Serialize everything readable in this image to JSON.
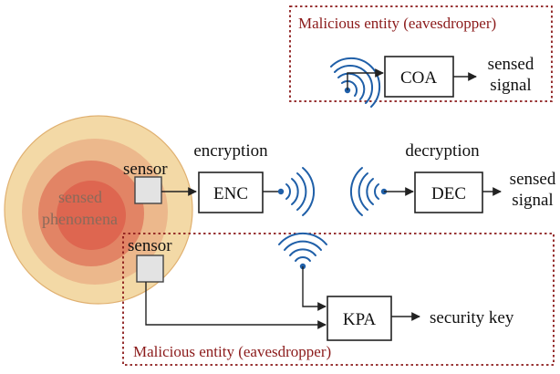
{
  "phenomena": {
    "label_line1": "sensed",
    "label_line2": "phenomena"
  },
  "top_malicious": {
    "title": "Malicious entity (eavesdropper)",
    "box_label": "COA",
    "output_line1": "sensed",
    "output_line2": "signal"
  },
  "legit_path": {
    "sensor_label": "sensor",
    "enc_caption": "encryption",
    "enc_label": "ENC",
    "dec_caption": "decryption",
    "dec_label": "DEC",
    "output_line1": "sensed",
    "output_line2": "signal"
  },
  "bottom_malicious": {
    "title": "Malicious entity (eavesdropper)",
    "sensor_label": "sensor",
    "box_label": "KPA",
    "output_label": "security key"
  },
  "colors": {
    "wave": "#1f5fa8",
    "malicious_border": "#8b1a1a",
    "phenomena_outer": "#f0d49a",
    "phenomena_inner": "#e0604a"
  },
  "icons": [
    "antenna-waves-icon",
    "arrow-icon"
  ]
}
